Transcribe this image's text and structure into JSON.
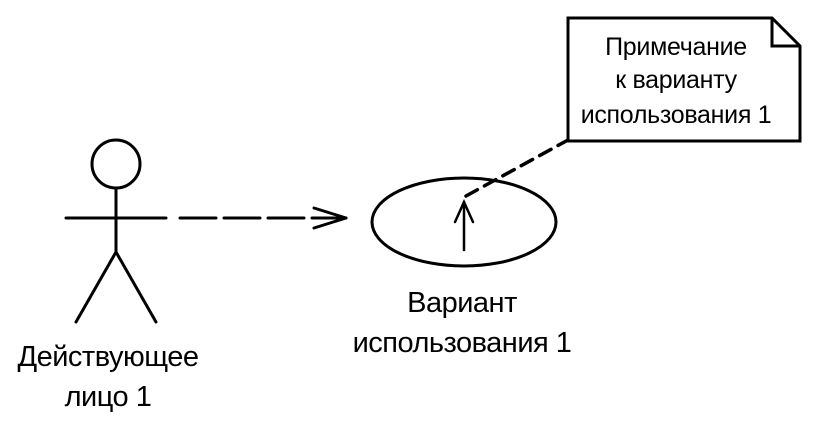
{
  "diagram": {
    "actor": {
      "label_line1": "Действующее",
      "label_line2": "лицо 1"
    },
    "use_case": {
      "label_line1": "Вариант",
      "label_line2": "использования 1"
    },
    "note": {
      "line1": "Примечание",
      "line2": "к варианту",
      "line3": "использования 1"
    }
  }
}
